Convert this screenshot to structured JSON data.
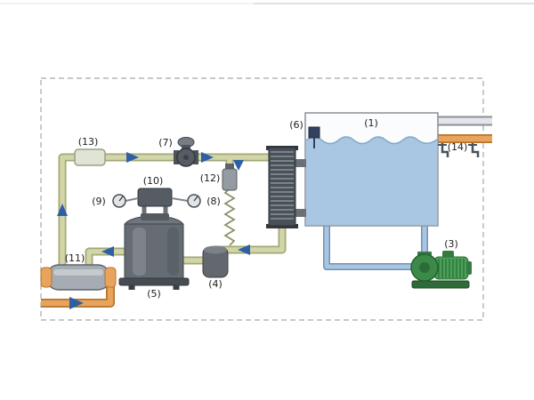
{
  "component_labels": {
    "c1": "(1)",
    "c3": "(3)",
    "c4": "(4)",
    "c5": "(5)",
    "c6": "(6)",
    "c7": "(7)",
    "c8": "(8)",
    "c9": "(9)",
    "c10": "(10)",
    "c11": "(11)",
    "c12": "(12)",
    "c13": "(13)",
    "c14": "(14)"
  },
  "palette": {
    "refrigerant_pipe": "#d1d5a8",
    "refrigerant_pipe_edge": "#a3a877",
    "tap_water_pipe": "#e8a45c",
    "tap_water_pipe_edge": "#b5742e",
    "tank_water_pipe": "#a8c6e4",
    "tank_water_pipe_edge": "#7191b4",
    "tank_water_fill": "#a9c6e2",
    "pump_green": "#4aa058",
    "flow_arrow": "#2e5fa6",
    "equipment_gray": "#5a6068",
    "boundary_dash": "#a8a8a8"
  }
}
